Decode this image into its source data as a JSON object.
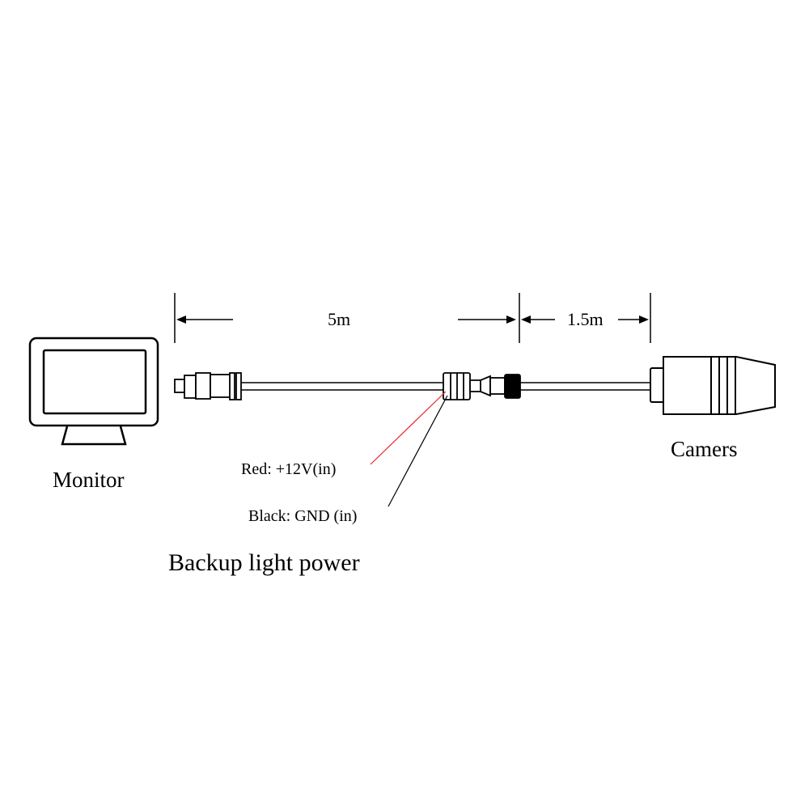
{
  "labels": {
    "dimension_left": "5m",
    "dimension_right": "1.5m",
    "monitor": "Monitor",
    "camera": "Camers",
    "red_wire": "Red: +12V(in)",
    "black_wire": "Black: GND (in)",
    "backup_power": "Backup light power"
  },
  "colors": {
    "line": "#000000",
    "red_wire": "#e8272a",
    "background": "#ffffff"
  }
}
